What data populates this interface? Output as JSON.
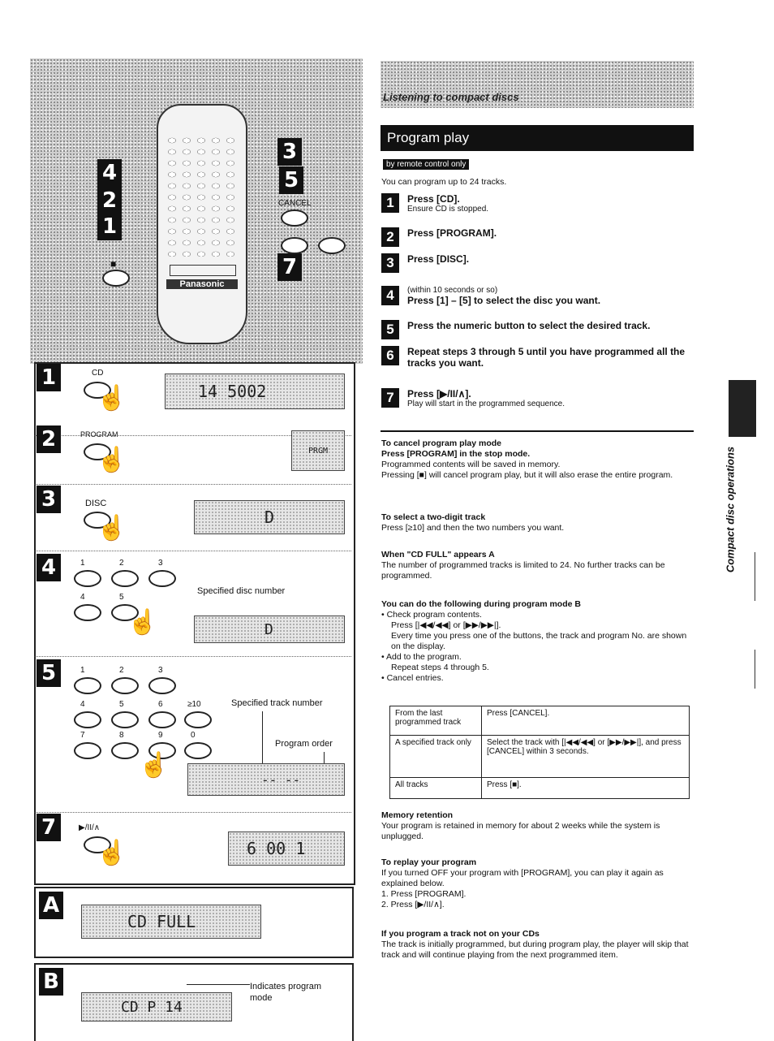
{
  "left": {
    "remote": {
      "brand": "Panasonic",
      "cancel_label": "CANCEL",
      "stop_symbol": "■",
      "callouts": [
        "3",
        "4",
        "5",
        "2",
        "1",
        "7"
      ]
    },
    "steps": [
      {
        "num": "1",
        "button": "CD",
        "lcd": "14  5002"
      },
      {
        "num": "2",
        "button": "PROGRAM",
        "lcd": "PRGM"
      },
      {
        "num": "3",
        "button": "DISC",
        "lcd": "D"
      },
      {
        "num": "4",
        "keys": [
          "1",
          "2",
          "3",
          "4",
          "5"
        ],
        "note": "Specified disc number",
        "lcd": "D"
      },
      {
        "num": "5",
        "keys": [
          "1",
          "2",
          "3",
          "4",
          "5",
          "6",
          "≥10",
          "7",
          "8",
          "9",
          "0"
        ],
        "note1": "Specified track number",
        "note2": "Program order",
        "lcd": "-- --"
      },
      {
        "num": "7",
        "button": "▶/II/∧",
        "lcd": "6   00 1"
      }
    ],
    "panel_a": {
      "letter": "A",
      "lcd": "CD FULL"
    },
    "panel_b": {
      "letter": "B",
      "lcd": "CD P 14",
      "note": "Indicates program mode"
    }
  },
  "right": {
    "section_header": "Listening to compact discs",
    "title": "Program play",
    "badge": "by remote control only",
    "intro": "You can program up to 24 tracks.",
    "steps": [
      {
        "num": "1",
        "pre": "",
        "title": "Press [CD].",
        "sub": "Ensure CD is stopped."
      },
      {
        "num": "2",
        "pre": "",
        "title": "Press [PROGRAM].",
        "sub": ""
      },
      {
        "num": "3",
        "pre": "",
        "title": "Press [DISC].",
        "sub": ""
      },
      {
        "num": "4",
        "pre": "(within 10 seconds or so)",
        "title": "Press [1] – [5] to select the disc you want.",
        "sub": ""
      },
      {
        "num": "5",
        "pre": "",
        "title": "Press the numeric button to select the desired track.",
        "sub": ""
      },
      {
        "num": "6",
        "pre": "",
        "title": "Repeat steps 3 through 5 until you have programmed all the tracks you want.",
        "sub": ""
      },
      {
        "num": "7",
        "pre": "",
        "title": "Press [▶/II/∧].",
        "sub": "Play will start in the programmed sequence."
      }
    ],
    "cancel": {
      "h1": "To cancel program play mode",
      "h2": "Press [PROGRAM] in the stop mode.",
      "l1": "Programmed contents will be saved in memory.",
      "l2": "Pressing [■] will cancel program play, but it will also erase the entire program."
    },
    "twodigit": {
      "h": "To select a two-digit track",
      "t": "Press [≥10] and then the two numbers you want."
    },
    "full": {
      "h": "When \"CD FULL\" appears A",
      "t": "The number of programmed tracks is limited to 24. No further tracks can be programmed."
    },
    "during": {
      "h": "You can do the following during program mode B",
      "b1": "Check program contents.",
      "b1a": "Press [|◀◀/◀◀] or [▶▶/▶▶|].",
      "b1b": "Every time you press one of the buttons, the track and program No. are shown on the display.",
      "b2": "Add to the program.",
      "b2a": "Repeat steps 4 through 5.",
      "b3": "Cancel entries."
    },
    "table": [
      [
        "From the last programmed track",
        "Press [CANCEL]."
      ],
      [
        "A specified track only",
        "Select the track with [|◀◀/◀◀] or [▶▶/▶▶|], and press [CANCEL] within 3 seconds."
      ],
      [
        "All tracks",
        "Press [■]."
      ]
    ],
    "memory": {
      "h": "Memory retention",
      "t": "Your program is retained in memory for about 2 weeks while the system is unplugged."
    },
    "replay": {
      "h": "To replay your program",
      "t": "If you turned OFF your program with [PROGRAM], you can play it again as explained below.",
      "s1": "1. Press [PROGRAM].",
      "s2": "2. Press [▶/II/∧]."
    },
    "notcd": {
      "h": "If you program a track not on your CDs",
      "t": "The track is initially programmed, but during program play, the player will skip that track and will continue playing from the next programmed item."
    },
    "sidebar": "Compact disc operations"
  }
}
